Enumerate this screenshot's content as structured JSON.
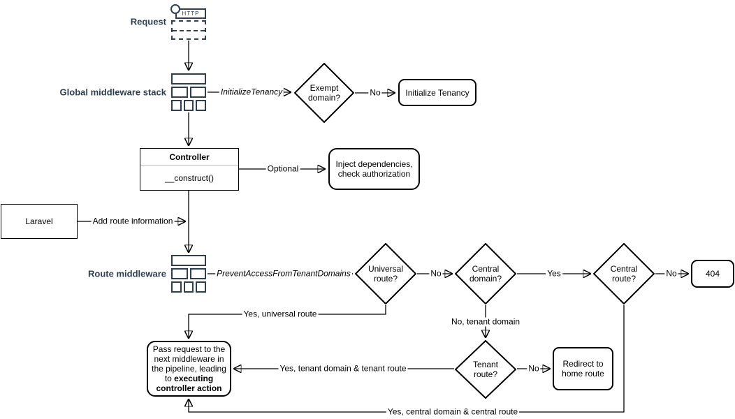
{
  "request": {
    "label": "Request",
    "icon_text": "HTTP"
  },
  "global_middleware": {
    "label": "Global middleware stack"
  },
  "route_middleware": {
    "label": "Route middleware"
  },
  "nodes": {
    "exempt_domain": "Exempt domain?",
    "initialize_tenancy": "Initialize Tenancy",
    "controller_title": "Controller",
    "controller_method": "__construct()",
    "inject": "Inject dependencies, check authorization",
    "laravel": "Laravel",
    "universal_route": "Universal route?",
    "central_domain": "Central domain?",
    "central_route": "Central route?",
    "not_found": "404",
    "tenant_route": "Tenant route?",
    "redirect_home": "Redirect to home route",
    "pass_normal": "Pass request to the next middleware in the pipeline, leading to ",
    "pass_bold": "executing controller action"
  },
  "edge_labels": {
    "initialize_tenancy_mw": "InitializeTenancy",
    "no_exempt": "No",
    "optional": "Optional",
    "add_route_info": "Add route information",
    "prevent_access": "PreventAccessFromTenantDomains",
    "no_universal": "No",
    "yes_central_domain": "Yes",
    "no_central_route": "No",
    "yes_universal": "Yes, universal route",
    "no_tenant_domain": "No, tenant domain",
    "no_tenant_route": "No",
    "yes_tenant": "Yes, tenant domain & tenant route",
    "yes_central": "Yes, central domain & central route"
  },
  "colors": {
    "icon_accent": "#2f3e50",
    "shape_stroke": "#000000",
    "background": "#ffffff"
  }
}
